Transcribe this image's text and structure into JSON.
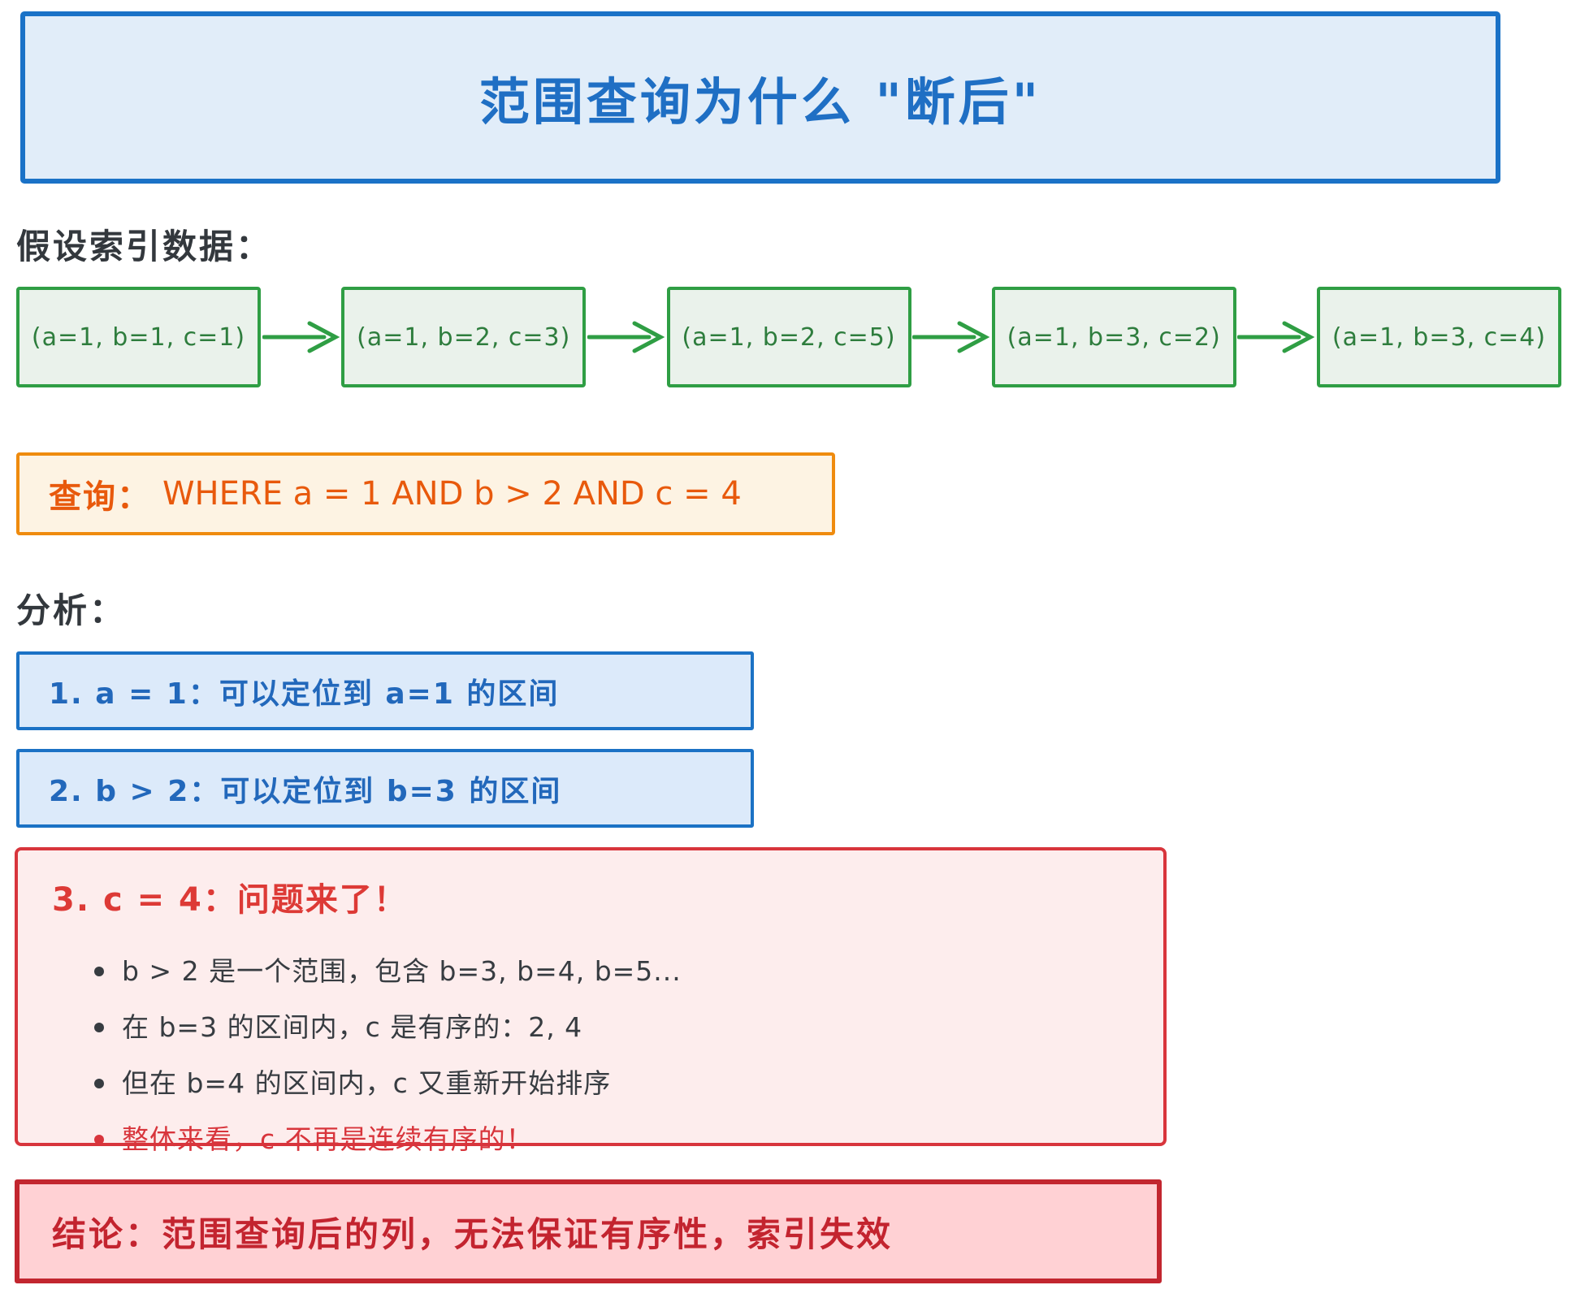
{
  "title": "范围查询为什么 \"断后\"",
  "index_section": {
    "label": "假设索引数据：",
    "nodes": [
      "(a=1, b=1, c=1)",
      "(a=1, b=2, c=3)",
      "(a=1, b=2, c=5)",
      "(a=1, b=3, c=2)",
      "(a=1, b=3, c=4)"
    ]
  },
  "query": {
    "label": "查询：",
    "clause": "WHERE a = 1 AND b > 2 AND c = 4"
  },
  "analysis": {
    "label": "分析：",
    "steps": [
      "1. a = 1：可以定位到 a=1 的区间",
      "2. b > 2：可以定位到 b=3 的区间"
    ],
    "problem": {
      "heading": "3. c = 4：问题来了！",
      "bullets": [
        "b > 2 是一个范围，包含 b=3, b=4, b=5...",
        "在 b=3 的区间内，c 是有序的：2, 4",
        "但在 b=4 的区间内，c 又重新开始排序",
        "整体来看，c 不再是连续有序的！"
      ]
    }
  },
  "conclusion": "结论：范围查询后的列，无法保证有序性，索引失效",
  "colors": {
    "title_border": "#1a72c7",
    "title_bg": "#e1edf9",
    "title_text": "#1f6fc4",
    "node_border": "#2f9e44",
    "node_bg": "#eaf2eb",
    "node_text": "#2e7d3d",
    "query_border": "#ef8b0e",
    "query_bg": "#fdf3e3",
    "query_text": "#e8590c",
    "step_border": "#1b72c5",
    "step_bg": "#dceafa",
    "step_text": "#2268bb",
    "problem_border": "#d8353c",
    "problem_bg": "#fdeded",
    "problem_heading": "#dd3a36",
    "bullet_text": "#373c41",
    "conclusion_border": "#c2262f",
    "conclusion_bg": "#ffd1d4",
    "conclusion_text": "#c3242f"
  }
}
